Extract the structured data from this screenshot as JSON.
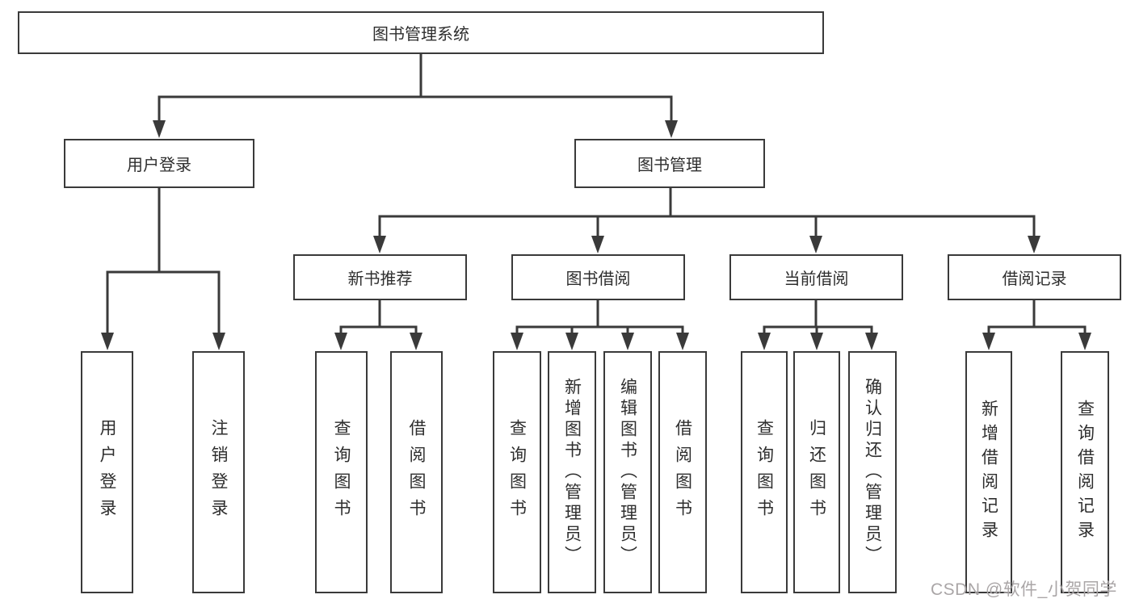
{
  "tree": {
    "root": "图书管理系统",
    "branches": [
      {
        "label": "用户登录",
        "children": [
          "用户登录",
          "注销登录"
        ]
      },
      {
        "label": "图书管理",
        "children": [
          {
            "label": "新书推荐",
            "children": [
              "查询图书",
              "借阅图书"
            ]
          },
          {
            "label": "图书借阅",
            "children": [
              "查询图书",
              "新增图书（管理员）",
              "编辑图书（管理员）",
              "借阅图书"
            ]
          },
          {
            "label": "当前借阅",
            "children": [
              "查询图书",
              "归还图书",
              "确认归还（管理员）"
            ]
          },
          {
            "label": "借阅记录",
            "children": [
              "新增借阅记录",
              "查询借阅记录"
            ]
          }
        ]
      }
    ]
  },
  "watermark": "CSDN @软件_小贺同学",
  "colors": {
    "line": "#3a3a3a",
    "box_border": "#3a3a3a",
    "text": "#2e2e2e",
    "watermark": "#aaa6a7",
    "background": "#ffffff"
  }
}
